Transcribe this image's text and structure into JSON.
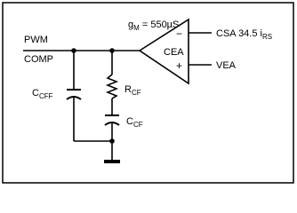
{
  "diagram": {
    "inputs": {
      "line1": "PWM",
      "line2": "COMP"
    },
    "gm": {
      "main": "g",
      "sub": "M",
      "tail": " = 550µS"
    },
    "amp": {
      "name": "CEA",
      "minus": "−",
      "plus": "+"
    },
    "csa": {
      "main": "CSA 34.5 i",
      "sub": "RS"
    },
    "vea": "VEA",
    "ccff": {
      "main": "C",
      "sub": "CFF"
    },
    "rcf": {
      "main": "R",
      "sub": "CF"
    },
    "ccf": {
      "main": "C",
      "sub": "CF"
    }
  }
}
